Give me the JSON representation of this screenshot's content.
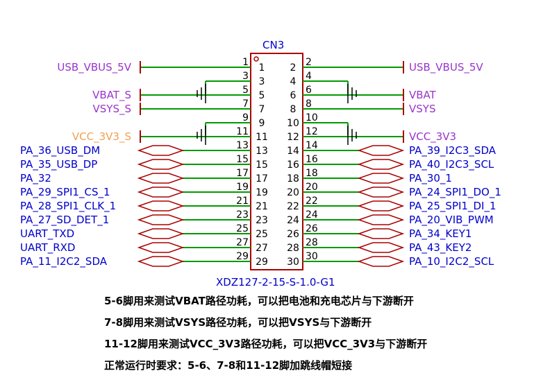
{
  "connector": {
    "ref": "CN3",
    "part": "XDZ127-2-15-S-1.0-G1",
    "pin_numbers": [
      "1",
      "2",
      "3",
      "4",
      "5",
      "6",
      "7",
      "8",
      "9",
      "10",
      "11",
      "12",
      "13",
      "14",
      "15",
      "16",
      "17",
      "18",
      "19",
      "20",
      "21",
      "22",
      "23",
      "24",
      "25",
      "26",
      "27",
      "28",
      "29",
      "30"
    ]
  },
  "nets_left": [
    {
      "name": "USB_VBUS_5V",
      "kind": "power",
      "color": "#9933cc"
    },
    {
      "name": "",
      "kind": "gnd"
    },
    {
      "name": "VBAT_S",
      "kind": "power",
      "color": "#9933cc"
    },
    {
      "name": "VSYS_S",
      "kind": "power",
      "color": "#9933cc"
    },
    {
      "name": "",
      "kind": "gnd"
    },
    {
      "name": "VCC_3V3_S",
      "kind": "power",
      "color": "#f0a050"
    },
    {
      "name": "PA_36_USB_DM",
      "kind": "signal",
      "color": "#0000cc"
    },
    {
      "name": "PA_35_USB_DP",
      "kind": "signal",
      "color": "#0000cc"
    },
    {
      "name": "PA_32",
      "kind": "signal",
      "color": "#0000cc"
    },
    {
      "name": "PA_29_SPI1_CS_1",
      "kind": "signal",
      "color": "#0000cc"
    },
    {
      "name": "PA_28_SPI1_CLK_1",
      "kind": "signal",
      "color": "#0000cc"
    },
    {
      "name": "PA_27_SD_DET_1",
      "kind": "signal",
      "color": "#0000cc"
    },
    {
      "name": "UART_TXD",
      "kind": "signal",
      "color": "#0000cc"
    },
    {
      "name": "UART_RXD",
      "kind": "signal",
      "color": "#0000cc"
    },
    {
      "name": "PA_11_I2C2_SDA",
      "kind": "signal",
      "color": "#0000cc"
    }
  ],
  "nets_right": [
    {
      "name": "USB_VBUS_5V",
      "kind": "power",
      "color": "#9933cc"
    },
    {
      "name": "",
      "kind": "gnd"
    },
    {
      "name": "VBAT",
      "kind": "power",
      "color": "#9933cc"
    },
    {
      "name": "VSYS",
      "kind": "power",
      "color": "#9933cc"
    },
    {
      "name": "",
      "kind": "gnd"
    },
    {
      "name": "VCC_3V3",
      "kind": "power",
      "color": "#9933cc"
    },
    {
      "name": "PA_39_I2C3_SDA",
      "kind": "signal",
      "color": "#0000cc"
    },
    {
      "name": "PA_40_I2C3_SCL",
      "kind": "signal",
      "color": "#0000cc"
    },
    {
      "name": "PA_30_1",
      "kind": "signal",
      "color": "#0000cc"
    },
    {
      "name": "PA_24_SPI1_DO_1",
      "kind": "signal",
      "color": "#0000cc"
    },
    {
      "name": "PA_25_SPI1_DI_1",
      "kind": "signal",
      "color": "#0000cc"
    },
    {
      "name": "PA_20_VIB_PWM",
      "kind": "signal",
      "color": "#0000cc"
    },
    {
      "name": "PA_34_KEY1",
      "kind": "signal",
      "color": "#0000cc"
    },
    {
      "name": "PA_43_KEY2",
      "kind": "signal",
      "color": "#0000cc"
    },
    {
      "name": "PA_10_I2C2_SCL",
      "kind": "signal",
      "color": "#0000cc"
    }
  ],
  "colors": {
    "wire": "#009900",
    "symbol": "#aa0000",
    "pin_number": "#000000",
    "part_text": "#0000cc"
  },
  "notes": [
    "5-6脚用来测试VBAT路径功耗，可以把电池和充电芯片与下游断开",
    "7-8脚用来测试VSYS路径功耗，可以把VSYS与下游断开",
    "11-12脚用来测试VCC_3V3路径功耗，可以把VCC_3V3与下游断开",
    "正常运行时要求：5-6、7-8和11-12脚加跳线帽短接"
  ]
}
